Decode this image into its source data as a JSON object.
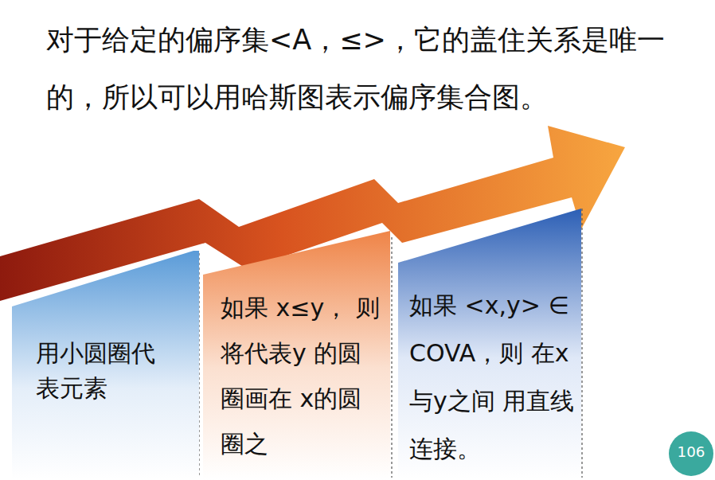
{
  "diagram": {
    "title": "对于给定的偏序集<A，≤>，它的盖住关系是唯一的，所以可以用哈斯图表示偏序集合图。",
    "nodes": [
      {
        "text": [
          "用小圆圈代表元素"
        ]
      },
      {
        "text": [
          "如果 x≤y， 则将代表y 的圆圈画在 x的圆圈之"
        ]
      },
      {
        "text": [
          "如果 <x,y> ∈COVA，则 在x与y之间 用直线连接。"
        ]
      },
      {
        "text": [
          "106"
        ]
      }
    ]
  }
}
